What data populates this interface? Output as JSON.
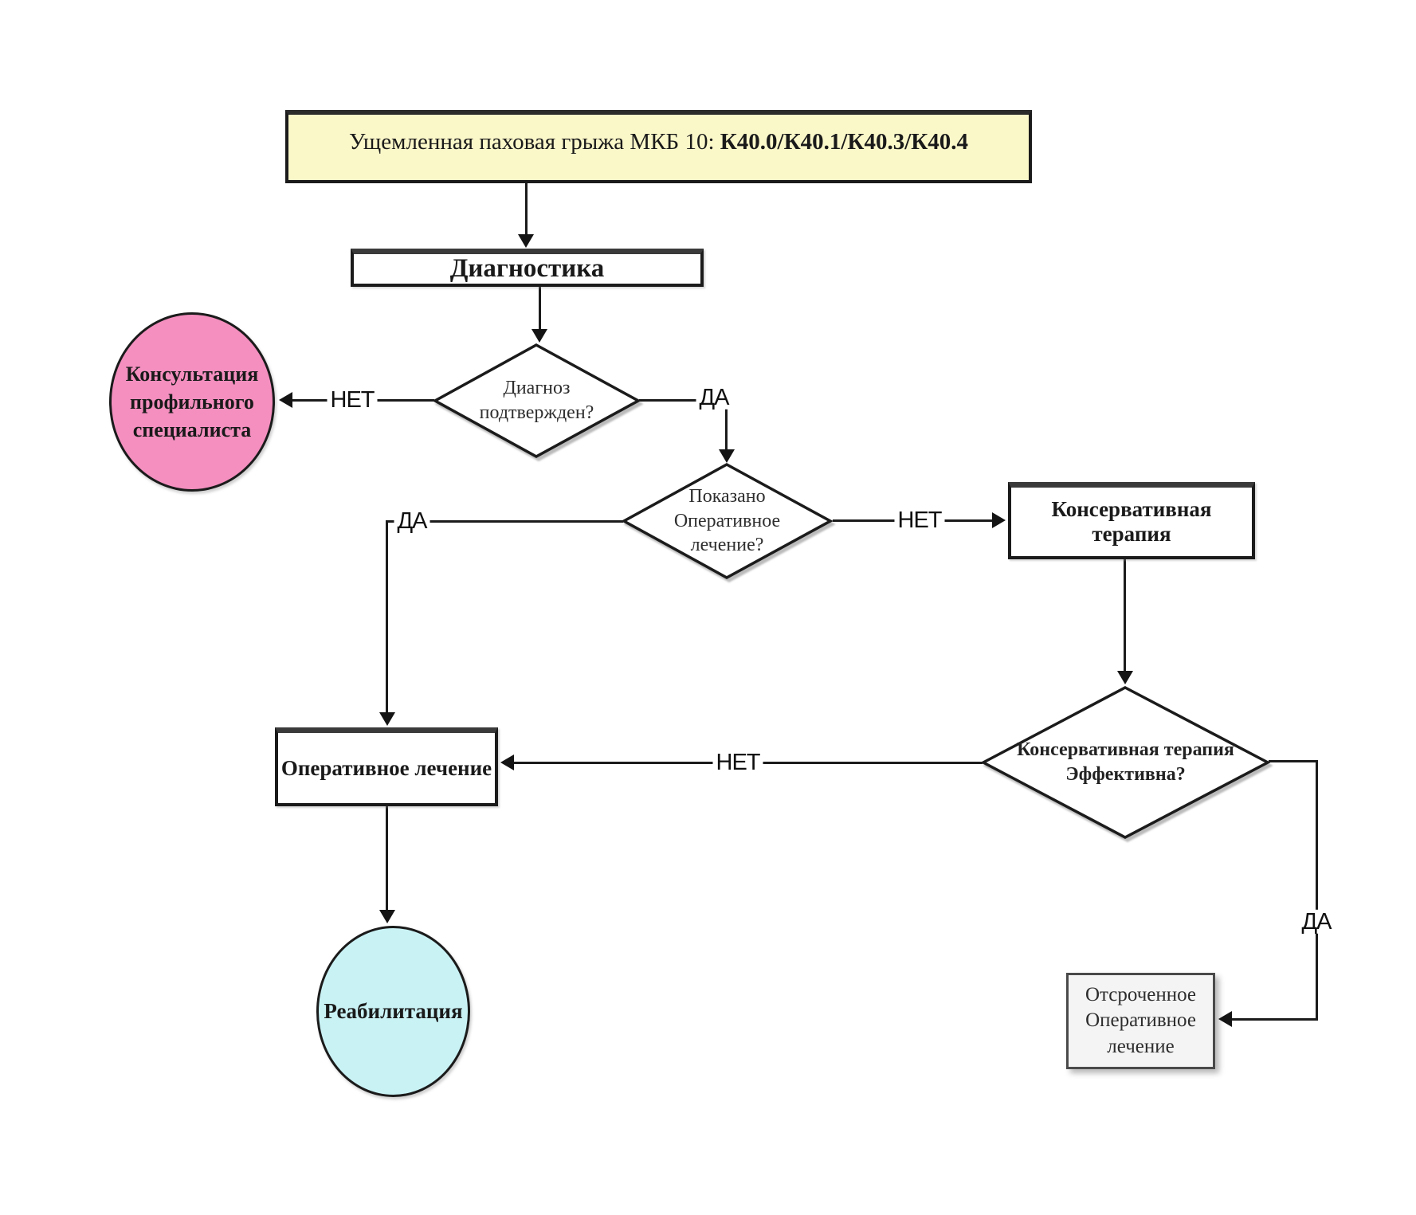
{
  "nodes": {
    "start": {
      "text": "Ущемленная паховая грыжа МКБ 10: ",
      "code": "К40.0/К40.1/К40.3/К40.4"
    },
    "diagnostics": {
      "label": "Диагностика"
    },
    "diagnosis_confirmed": {
      "label": "Диагноз подтвержден?"
    },
    "specialist_consult": {
      "label": "Консультация профильного специалиста"
    },
    "surgery_indicated": {
      "label": "Показано Оперативное лечение?"
    },
    "conservative_therapy": {
      "label": "Консервативная терапия"
    },
    "therapy_effective": {
      "label": "Консервативная терапия Эффективна?"
    },
    "operative_treatment": {
      "label": "Оперативное лечение"
    },
    "rehabilitation": {
      "label": "Реабилитация"
    },
    "delayed_surgery": {
      "label": "Отсроченное Оперативное лечение"
    }
  },
  "edge_labels": {
    "diagnosis_no": "НЕТ",
    "diagnosis_yes": "ДА",
    "surgery_yes": "ДА",
    "surgery_no": "НЕТ",
    "therapy_no": "НЕТ",
    "therapy_yes": "ДА"
  },
  "colors": {
    "start_fill": "#FAF7C9",
    "consult_fill": "#F48FBF",
    "rehab_fill": "#C9F2F5",
    "delayed_fill": "#F4F4F4",
    "node_fill": "#FFFFFF",
    "line": "#1B1B1B"
  }
}
